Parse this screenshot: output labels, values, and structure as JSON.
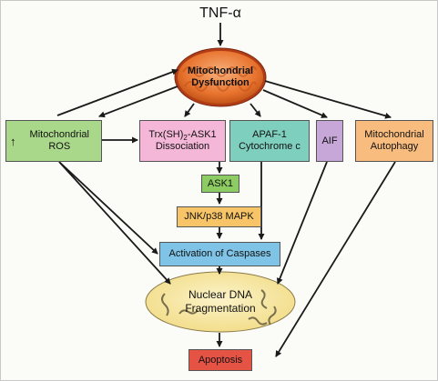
{
  "diagram": {
    "title_node": "TNF-α",
    "mitochondrion": {
      "line1": "Mitochondrial",
      "line2": "Dysfunction"
    },
    "ros": {
      "arrow_glyph": "↑",
      "line1": "Mitochondrial",
      "line2": "ROS"
    },
    "trx": {
      "prefix": "Trx(SH)",
      "subscript": "2",
      "suffix": "-ASK1",
      "line2": "Dissociation"
    },
    "apaf": {
      "line1": "APAF-1",
      "line2": "Cytochrome c"
    },
    "aif": {
      "label": "AIF"
    },
    "autophagy": {
      "line1": "Mitochondrial",
      "line2": "Autophagy"
    },
    "ask1": {
      "label": "ASK1"
    },
    "jnk": {
      "label": "JNK/p38 MAPK"
    },
    "caspases": {
      "label": "Activation of Caspases"
    },
    "dna": {
      "line1": "Nuclear DNA",
      "line2": "Fragmentation"
    },
    "apoptosis": {
      "label": "Apoptosis"
    }
  },
  "colors": {
    "ros": "#a9d88a",
    "trx": "#f5b7d8",
    "apaf": "#7fcfbf",
    "aif": "#c7a7d8",
    "autophagy": "#f8bd7e",
    "ask1": "#8ccc63",
    "jnk": "#f7c567",
    "caspases": "#7fc4e6",
    "nucleus": "#f7e9a6",
    "apoptosis": "#e55345",
    "mitochondrion": "#e8732e",
    "arrows": "#1a1a1a"
  },
  "icons": [
    "up-arrow-icon",
    "mitochondrion-icon",
    "nucleus-icon",
    "dna-fragment-icon"
  ]
}
